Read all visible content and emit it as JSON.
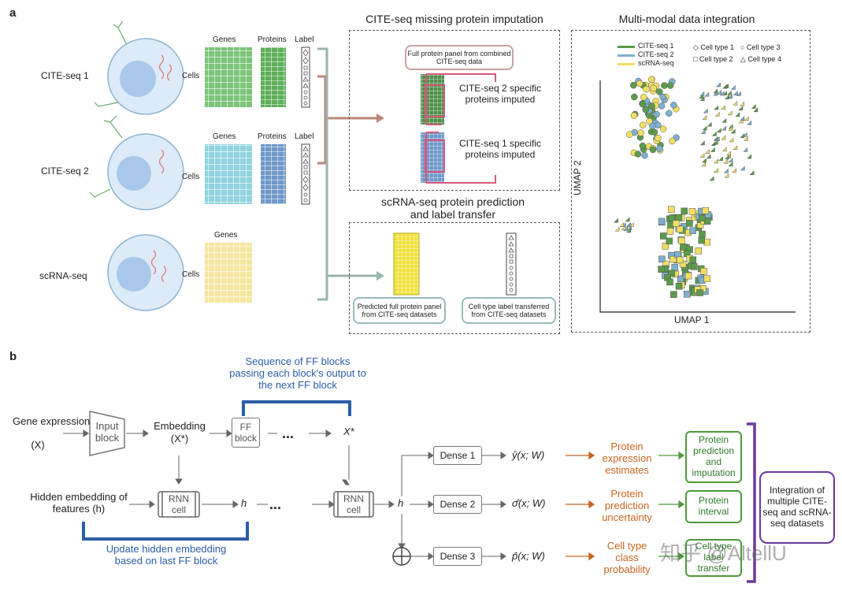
{
  "panel_a": {
    "letter": "a",
    "rows": [
      {
        "name": "CITE-seq 1",
        "cells": "Cells",
        "genes": "Genes",
        "proteins": "Proteins",
        "label": "Label"
      },
      {
        "name": "CITE-seq 2",
        "cells": "Cells",
        "genes": "Genes",
        "proteins": "Proteins",
        "label": "Label"
      },
      {
        "name": "scRNA-seq",
        "cells": "Cells",
        "genes": "Genes"
      }
    ],
    "imputation": {
      "title": "CITE-seq missing protein imputation",
      "full_panel": "Full protein panel from combined CITE-seq data",
      "imputed_2": "CITE-seq 2 specific proteins imputed",
      "imputed_1": "CITE-seq 1 specific proteins imputed"
    },
    "prediction": {
      "title": "scRNA-seq protein prediction and label transfer",
      "predicted": "Predicted full protein panel from CITE-seq datasets",
      "transferred": "Cell type label transferred from CITE-seq datasets"
    },
    "integration": {
      "title": "Multi-modal data integration",
      "legend_datasets": [
        {
          "name": "CITE-seq 1",
          "color": "#5c9a4c"
        },
        {
          "name": "CITE-seq 2",
          "color": "#7fb0cc"
        },
        {
          "name": "scRNA-seq",
          "color": "#f0df63"
        }
      ],
      "legend_cell_types": [
        {
          "name": "Cell type 1",
          "shape": "diamond"
        },
        {
          "name": "Cell type 3",
          "shape": "circle"
        },
        {
          "name": "Cell type 2",
          "shape": "square"
        },
        {
          "name": "Cell type 4",
          "shape": "triangle"
        }
      ],
      "xlabel": "UMAP 1",
      "ylabel": "UMAP 2"
    }
  },
  "panel_b": {
    "letter": "b",
    "gene_expression": "Gene expression",
    "gene_expression_var": "(X)",
    "input_block": "Input block",
    "embedding": "Embedding",
    "embedding_var": "(X*)",
    "ff_block": "FF block",
    "ellipsis": "...",
    "x_star": "X*",
    "sequence_note": "Sequence of FF blocks passing each block's output to the next FF block",
    "hidden_embedding": "Hidden embedding of features (h)",
    "rnn_cell": "RNN cell",
    "h": "h",
    "update_note": "Update hidden embedding based on last FF block",
    "dense": [
      "Dense 1",
      "Dense 2",
      "Dense 3"
    ],
    "outputs": [
      "ŷ(x; W)",
      "σ̂(x; W)",
      "p̂(x; W)"
    ],
    "estimates": [
      "Protein expression estimates",
      "Protein prediction uncertainty",
      "Cell type class probability"
    ],
    "results": [
      "Protein prediction and imputation",
      "Protein interval",
      "Cell type label transfer"
    ],
    "integration": "Integration of multiple CITE-seq and scRNA-seq datasets",
    "watermark": "知乎 @AltellU",
    "colors": {
      "green": "#4e9a3a",
      "blue": "#2b5ea7",
      "orange": "#c8641e",
      "purple": "#6a3a9a",
      "pink": "#d9577a"
    }
  },
  "chart_data": {
    "type": "scatter",
    "xlabel": "UMAP 1",
    "ylabel": "UMAP 2",
    "legend": "top",
    "series": [
      {
        "name": "CITE-seq 1",
        "color": "#5c9a4c"
      },
      {
        "name": "CITE-seq 2",
        "color": "#7fb0cc"
      },
      {
        "name": "scRNA-seq",
        "color": "#f0df63"
      }
    ],
    "clusters": [
      {
        "shape": "circle",
        "label": "Cell type 3"
      },
      {
        "shape": "triangle",
        "label": "Cell type 4"
      },
      {
        "shape": "diamond",
        "label": "Cell type 1"
      },
      {
        "shape": "square",
        "label": "Cell type 2"
      }
    ]
  }
}
